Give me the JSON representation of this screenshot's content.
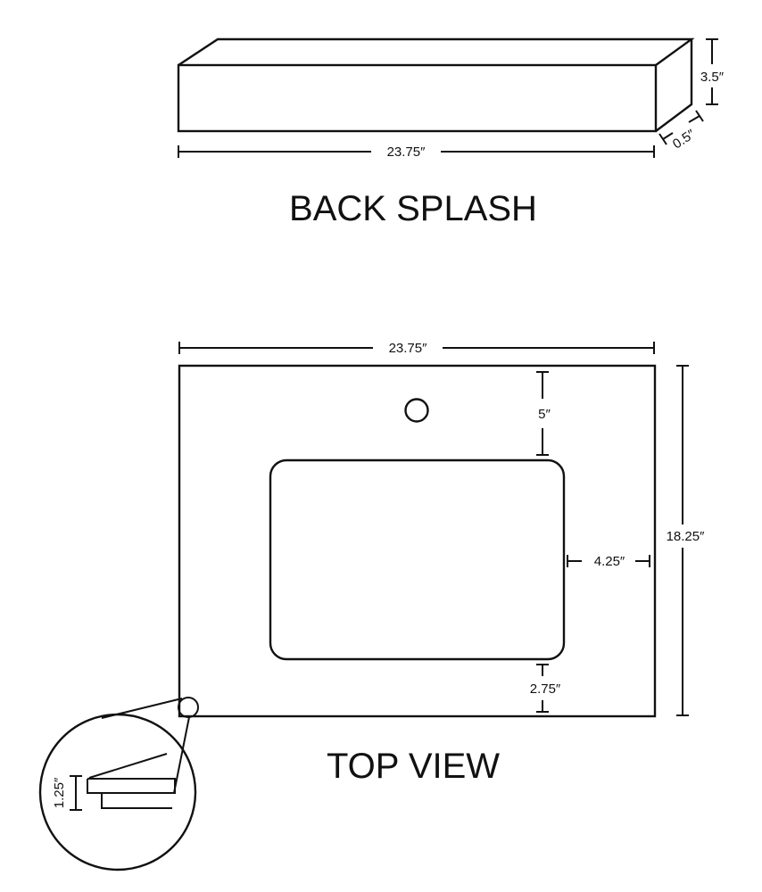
{
  "back_splash": {
    "title": "BACK SPLASH",
    "length_label": "23.75″",
    "height_label": "3.5″",
    "depth_label": "0.5″"
  },
  "top_view": {
    "title": "TOP VIEW",
    "width_label": "23.75″",
    "depth_label": "18.25″",
    "back_to_sink_label": "5″",
    "side_to_sink_label": "4.25″",
    "front_to_sink_label": "2.75″",
    "edge_thickness_label": "1.25″"
  }
}
